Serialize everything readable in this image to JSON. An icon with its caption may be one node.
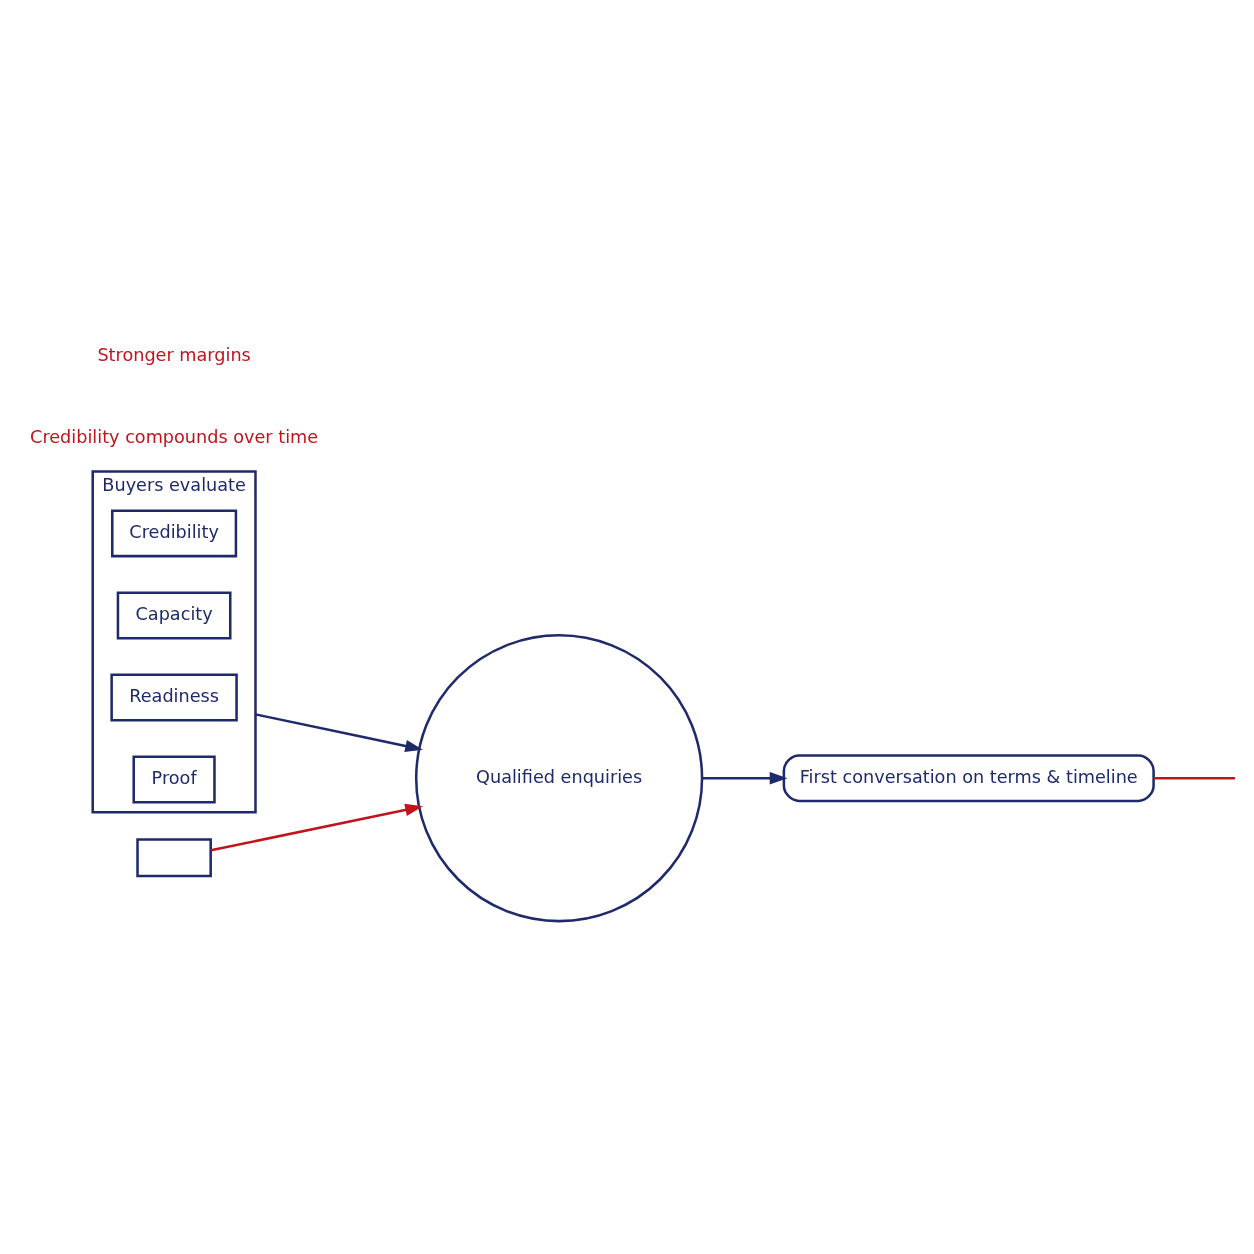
{
  "diagram": {
    "nodes": [
      {
        "text": [
          "Buyers evaluate"
        ]
      },
      {
        "text": [
          "Credibility"
        ],
        "in": 0
      },
      {
        "text": [
          "Capacity"
        ],
        "in": 0
      },
      {
        "text": [
          "Readiness"
        ],
        "in": 0
      },
      {
        "text": [
          "Proof"
        ],
        "in": 0
      },
      {
        "text": [],
        "shape": "box"
      },
      {
        "text": [
          "Qualified enquiries"
        ]
      },
      {
        "text": [
          "First conversation on terms & timeline"
        ]
      }
    ],
    "edges": [
      {
        "from": 0,
        "to": 6,
        "arrow": "to"
      },
      {
        "from": 6,
        "to": 7,
        "arrow": "to"
      },
      {
        "from": 5,
        "to": 6,
        "arrow": "to",
        "color": "#c0141c"
      },
      {
        "from": 7,
        "to": null,
        "arrow": "none",
        "color": "#c0141c"
      }
    ],
    "labels": [
      "Credibility compounds over time",
      "Stronger margins"
    ]
  }
}
